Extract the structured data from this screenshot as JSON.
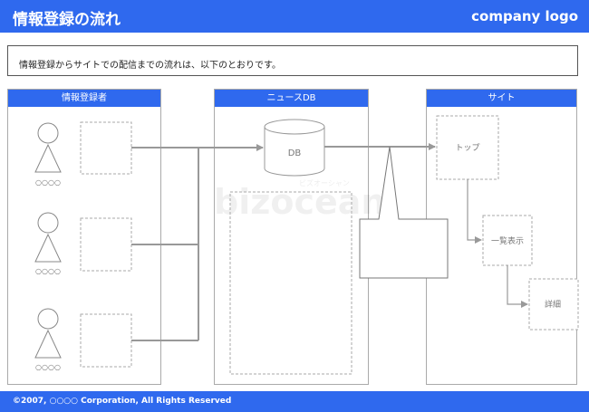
{
  "header": {
    "title": "情報登録の流れ",
    "logo": "company logo"
  },
  "description": "情報登録からサイトでの配信までの流れは、以下のとおりです。",
  "panels": {
    "registrant": "情報登録者",
    "newsdb": "ニュースDB",
    "site": "サイト"
  },
  "diagram": {
    "person_caption": "○○○○",
    "db_label": "DB",
    "top_label": "トップ",
    "list_label": "一覧表示",
    "detail_label": "詳細"
  },
  "watermark": {
    "main": "bizocean",
    "sub": "ビズオーシャン"
  },
  "footer": "©2007, ○○○○ Corporation, All Rights Reserved",
  "colors": {
    "brand_blue": "#2f69ee",
    "line_gray": "#999999",
    "box_gray": "#aaaaaa"
  }
}
